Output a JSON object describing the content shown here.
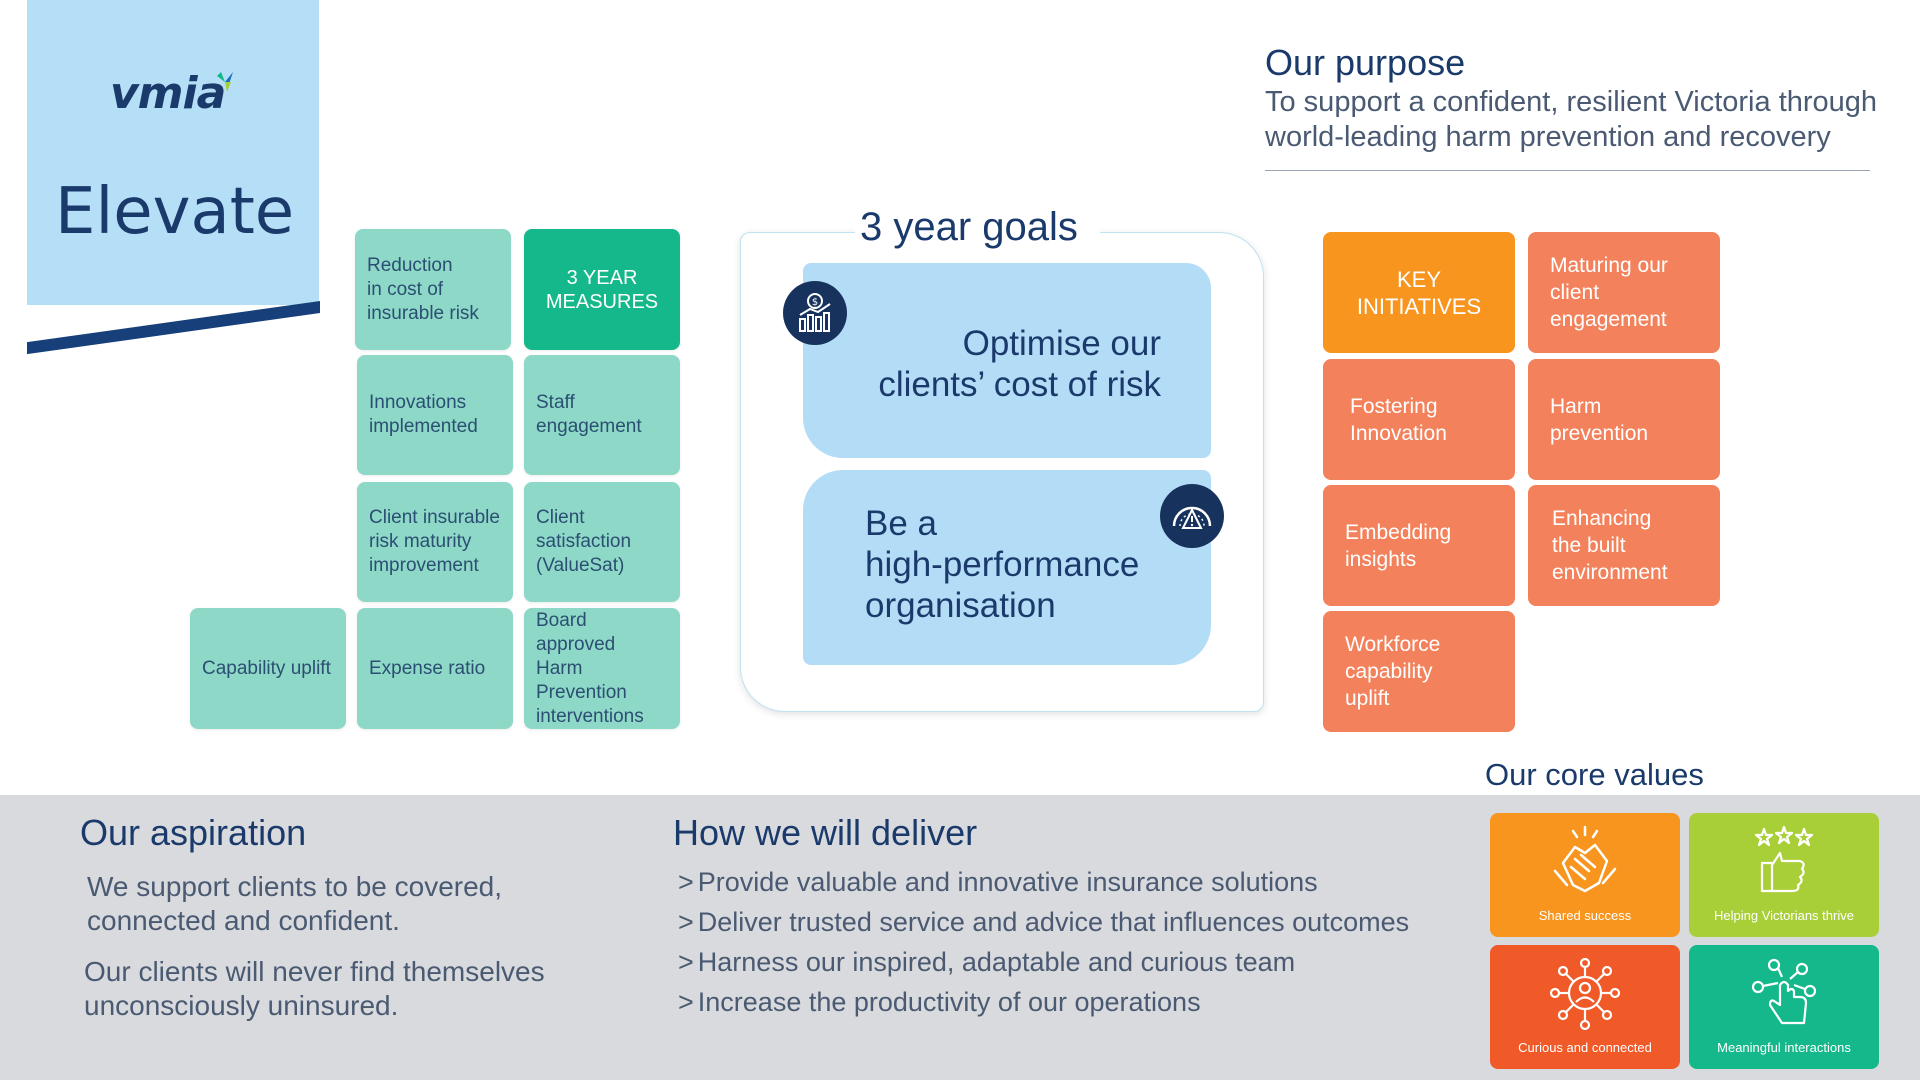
{
  "header": {
    "logo_text": "vmia",
    "title": "Elevate"
  },
  "purpose": {
    "title": "Our purpose",
    "text": "To support a confident, resilient Victoria through world-leading harm prevention and recovery"
  },
  "measures": {
    "header": "3 YEAR\nMEASURES",
    "items": [
      "Reduction\nin cost of\ninsurable risk",
      "Innovations\nimplemented",
      "Staff\nengagement",
      "Client insurable\nrisk maturity\nimprovement",
      "Client\nsatisfaction\n(ValueSat)",
      "Capability uplift",
      "Expense ratio",
      "Board approved\nHarm\nPrevention\ninterventions"
    ]
  },
  "goals": {
    "title": "3 year goals",
    "items": [
      "Optimise our\nclients’ cost of risk",
      "Be a\nhigh-performance\norganisation"
    ]
  },
  "initiatives": {
    "header": "KEY\nINITIATIVES",
    "items": [
      "Maturing our\nclient\nengagement",
      "Fostering\nInnovation",
      "Harm\nprevention",
      "Embedding\ninsights",
      "Enhancing\nthe built\nenvironment",
      "Workforce\ncapability\nuplift"
    ]
  },
  "aspiration": {
    "title": "Our aspiration",
    "p1": "We support clients to be covered, connected and confident.",
    "p2": "Our clients will never find themselves unconsciously uninsured."
  },
  "deliver": {
    "title": "How we will deliver",
    "bullet": ">",
    "items": [
      "Provide valuable and innovative insurance solutions",
      "Deliver trusted service and advice that influences outcomes",
      "Harness our inspired, adaptable and curious team",
      "Increase the productivity of our operations"
    ]
  },
  "values": {
    "title": "Our core values",
    "items": [
      {
        "label": "Shared success",
        "color": "#f7951f",
        "icon": "handshake-icon"
      },
      {
        "label": "Helping Victorians thrive",
        "color": "#a9cf38",
        "icon": "thumbs-up-stars-icon"
      },
      {
        "label": "Curious and connected",
        "color": "#f05a28",
        "icon": "network-person-icon"
      },
      {
        "label": "Meaningful interactions",
        "color": "#14b88a",
        "icon": "hand-pointer-network-icon"
      }
    ]
  },
  "colors": {
    "navy": "#1a3a6b",
    "light_blue": "#b4dff6",
    "mint": "#8ed8c8",
    "teal": "#14b88a",
    "orange": "#f7951f",
    "coral": "#f3825c",
    "band_grey": "#d9dadd"
  }
}
